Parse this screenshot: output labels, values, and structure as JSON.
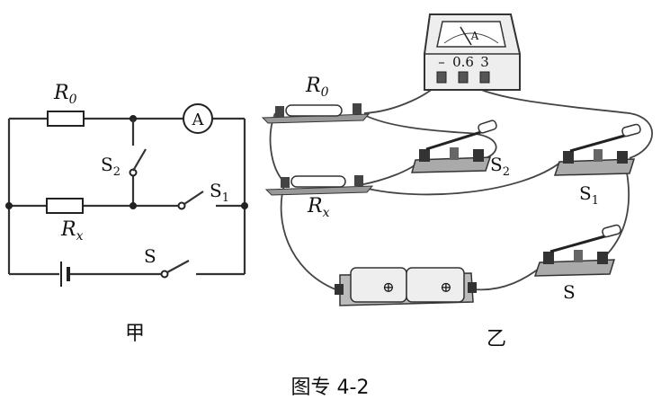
{
  "schematic": {
    "label_r0_main": "R",
    "label_r0_sub": "0",
    "label_rx_main": "R",
    "label_rx_sub": "x",
    "label_s2_main": "S",
    "label_s2_sub": "2",
    "label_s1_main": "S",
    "label_s1_sub": "1",
    "label_s": "S",
    "ammeter_symbol": "A",
    "caption": "甲"
  },
  "physical": {
    "label_r0_main": "R",
    "label_r0_sub": "0",
    "label_rx_main": "R",
    "label_rx_sub": "x",
    "label_s2_main": "S",
    "label_s2_sub": "2",
    "label_s1_main": "S",
    "label_s1_sub": "1",
    "label_s": "S",
    "ammeter_dial": "A",
    "terminal_minus": "–",
    "terminal_06": "0.6",
    "terminal_3": "3",
    "battery_plus_1": "⊕",
    "battery_plus_2": "⊕",
    "caption": "乙"
  },
  "figure_caption": "图专 4-2"
}
